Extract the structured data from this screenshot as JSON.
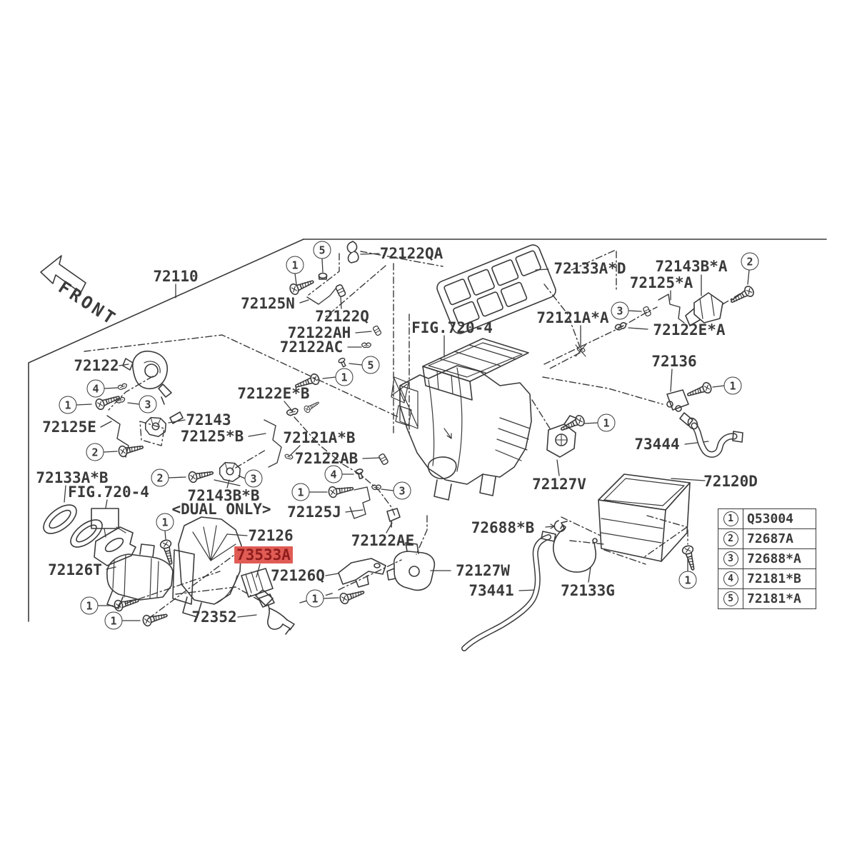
{
  "diagram": {
    "type": "exploded-parts-diagram",
    "figure_reference": "FIG.720-4",
    "front_label": "FRONT",
    "line_color": "#3a3a3a",
    "highlight_bg_color": "#e05c55",
    "highlight_text_color": "#8f1d1d",
    "highlighted_part": "73533A"
  },
  "labels": {
    "p72110": "72110",
    "front": "FRONT",
    "p72122QA": "72122QA",
    "p72125N": "72125N",
    "p72122Q": "72122Q",
    "p72122AH": "72122AH",
    "p72122AC": "72122AC",
    "fig_top": "FIG.720-4",
    "p72133AD": "72133A*D",
    "p72143BA": "72143B*A",
    "p72125A": "72125*A",
    "p72121AA": "72121A*A",
    "p72122EA": "72122E*A",
    "p72136": "72136",
    "p72122": "72122",
    "p72122EB": "72122E*B",
    "p72143": "72143",
    "p72125B": "72125*B",
    "p72121AB": "72121A*B",
    "p72125E": "72125E",
    "p72122AB": "72122AB",
    "p72127V": "72127V",
    "p73444": "73444",
    "p72133AB": "72133A*B",
    "fig_left": "FIG.720-4",
    "p72143BB": "72143B*B",
    "dual_only": "<DUAL ONLY>",
    "p72125J": "72125J",
    "p72122AE": "72122AE",
    "p72126": "72126",
    "p73533A": "73533A",
    "p72688B": "72688*B",
    "p72120D": "72120D",
    "p72126T": "72126T",
    "p72126Q": "72126Q",
    "p72127W": "72127W",
    "p72352": "72352",
    "p73441": "73441",
    "p72133G": "72133G"
  },
  "callouts": {
    "n1": "1",
    "n2": "2",
    "n3": "3",
    "n4": "4",
    "n5": "5"
  },
  "legend": {
    "rows": [
      {
        "num": "1",
        "part": "Q53004"
      },
      {
        "num": "2",
        "part": "72687A"
      },
      {
        "num": "3",
        "part": "72688*A"
      },
      {
        "num": "4",
        "part": "72181*B"
      },
      {
        "num": "5",
        "part": "72181*A"
      }
    ]
  }
}
